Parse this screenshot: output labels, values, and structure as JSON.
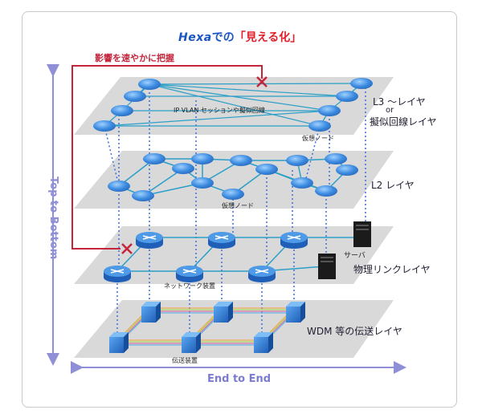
{
  "title": {
    "brand": "Hexa",
    "middle": "での",
    "emphasis": "「見える化」"
  },
  "impact_label": "影響を速やかに把握",
  "layers": {
    "l3": {
      "label_line1": "L3 ～レイヤ",
      "label_or": "or",
      "label_line2": "擬似回線レイヤ",
      "session_label": "IP VLAN セッションや擬似回線",
      "node_label": "仮想ノード"
    },
    "l2": {
      "label": "L2 レイヤ",
      "node_label": "仮想ノード"
    },
    "physical": {
      "label": "物理リンクレイヤ",
      "server_label": "サーバ",
      "device_label": "ネットワーク装置"
    },
    "wdm": {
      "label": "WDM 等の伝送レイヤ",
      "device_label": "伝送装置"
    }
  },
  "axes": {
    "vertical": "Top to Bottom",
    "horizontal": "End to End"
  },
  "colors": {
    "plane": "#d8d8d8",
    "node": "#4a8fe6",
    "link": "#2a9fc8",
    "dotted": "#3a6fe0",
    "impact": "#c4253b",
    "axis": "#8f8fd8",
    "router": "#3b86d9",
    "transport": "#2f7fd4"
  }
}
